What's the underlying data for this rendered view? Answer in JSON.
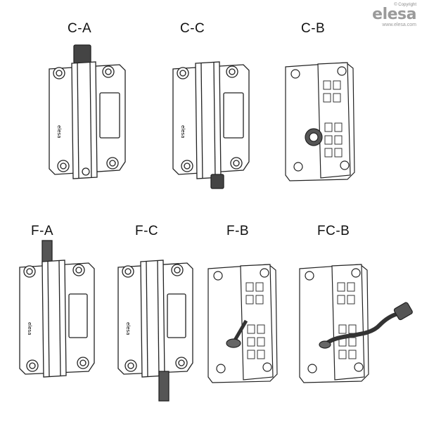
{
  "logo": {
    "copyright": "© Copyright",
    "brand": "elesa",
    "site": "www.elesa.com"
  },
  "hinges": [
    {
      "code": "C-A",
      "kind": "front",
      "connector": "top"
    },
    {
      "code": "C-C",
      "kind": "front",
      "connector": "bottom"
    },
    {
      "code": "C-B",
      "kind": "back",
      "connector": "rear"
    },
    {
      "code": "F-A",
      "kind": "front",
      "connector": "top-rod"
    },
    {
      "code": "F-C",
      "kind": "front",
      "connector": "bottom-rod"
    },
    {
      "code": "F-B",
      "kind": "back",
      "connector": "rear-fitting"
    },
    {
      "code": "FC-B",
      "kind": "back",
      "connector": "rear-cable"
    }
  ],
  "body_mark": "elesa",
  "colors": {
    "line": "#222222",
    "fill": "#ffffff",
    "connector": "#333333",
    "logo": "#9a9a9a"
  }
}
